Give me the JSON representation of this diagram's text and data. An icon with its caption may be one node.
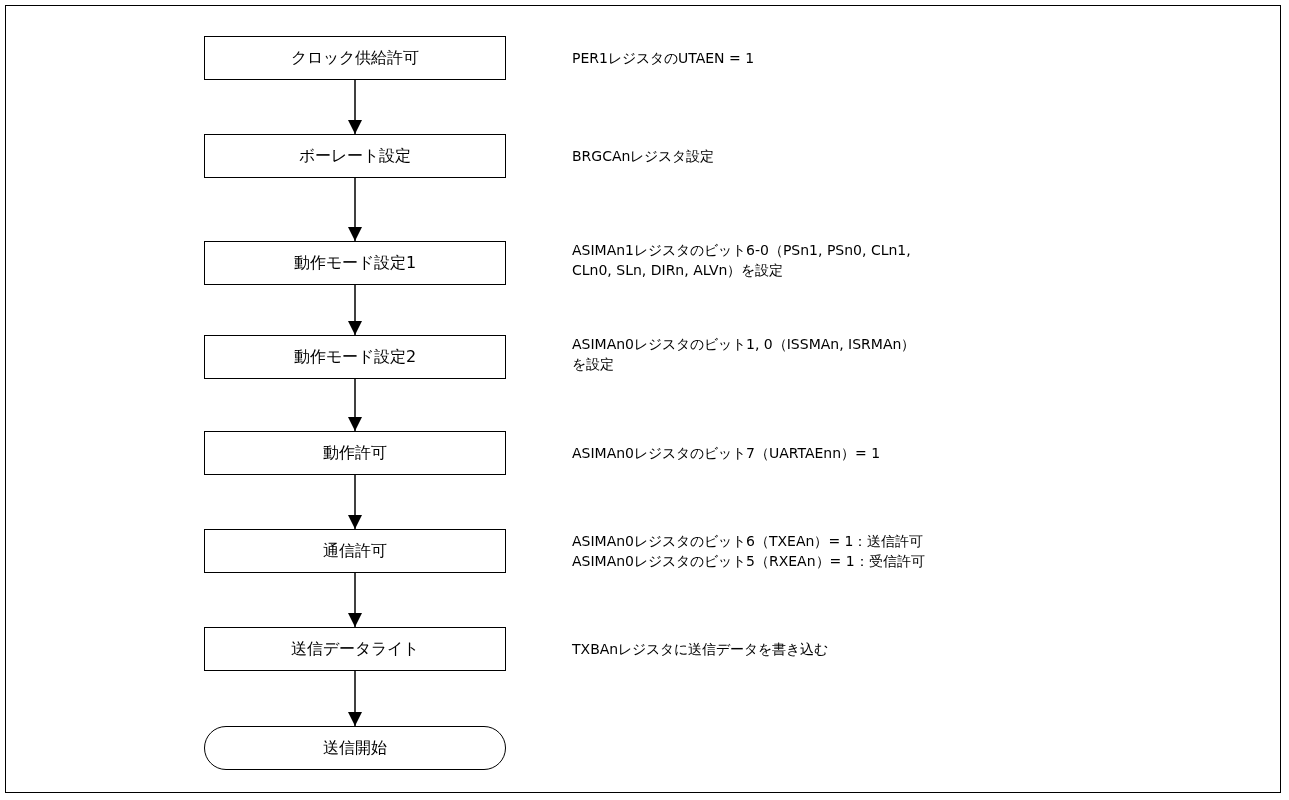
{
  "diagram": {
    "nodes": [
      {
        "text": [
          "クロック供給許可"
        ]
      },
      {
        "text": [
          "ボーレート設定"
        ]
      },
      {
        "text": [
          "動作モード設定1"
        ]
      },
      {
        "text": [
          "動作モード設定2"
        ]
      },
      {
        "text": [
          "動作許可"
        ]
      },
      {
        "text": [
          "通信許可"
        ]
      },
      {
        "text": [
          "送信データライト"
        ]
      },
      {
        "text": [
          "送信開始"
        ]
      }
    ],
    "edges": [
      {
        "from": 0,
        "to": 1,
        "arrow": "to"
      },
      {
        "from": 1,
        "to": 2,
        "arrow": "to"
      },
      {
        "from": 2,
        "to": 3,
        "arrow": "to"
      },
      {
        "from": 3,
        "to": 4,
        "arrow": "to"
      },
      {
        "from": 4,
        "to": 5,
        "arrow": "to"
      },
      {
        "from": 5,
        "to": 6,
        "arrow": "to"
      },
      {
        "from": 6,
        "to": 7,
        "arrow": "to"
      }
    ],
    "labels": [
      "PER1レジスタのUTAEN = 1",
      "BRGCAnレジスタ設定",
      "ASIMAn1レジスタのビット6-0（PSn1, PSn0, CLn1, CLn0, SLn, DIRn, ALVn）を設定",
      "ASIMAn0レジスタのビット1, 0（ISSMAn, ISRMAn）を設定",
      "ASIMAn0レジスタのビット7（UARTAEnn）= 1",
      "ASIMAn0レジスタのビット6（TXEAn）= 1：送信許可",
      "ASIMAn0レジスタのビット5（RXEAn）= 1：受信許可",
      "TXBAnレジスタに送信データを書き込む"
    ]
  }
}
